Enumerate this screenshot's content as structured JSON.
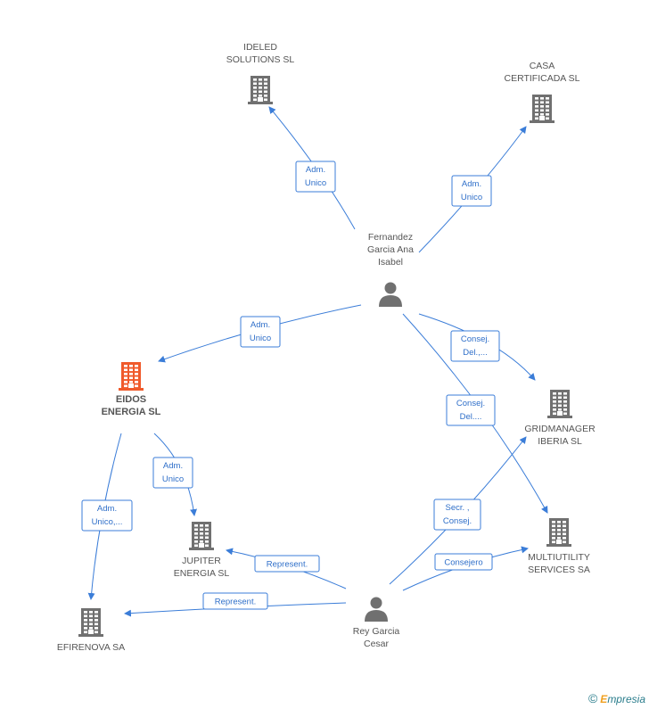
{
  "colors": {
    "company": "#707070",
    "main_company": "#f05a2b",
    "person": "#707070",
    "edge": "#3b7dd8"
  },
  "nodes": [
    {
      "id": "ideled",
      "type": "company",
      "lines": [
        "IDELED",
        "SOLUTIONS SL"
      ]
    },
    {
      "id": "casa",
      "type": "company",
      "lines": [
        "CASA",
        "CERTIFICADA SL"
      ]
    },
    {
      "id": "fernandez",
      "type": "person",
      "lines": [
        "Fernandez",
        "Garcia Ana",
        "Isabel"
      ]
    },
    {
      "id": "eidos",
      "type": "main_company",
      "lines": [
        "EIDOS",
        "ENERGIA SL"
      ]
    },
    {
      "id": "gridmanager",
      "type": "company",
      "lines": [
        "GRIDMANAGER",
        "IBERIA SL"
      ]
    },
    {
      "id": "jupiter",
      "type": "company",
      "lines": [
        "JUPITER",
        "ENERGIA SL"
      ]
    },
    {
      "id": "multiutility",
      "type": "company",
      "lines": [
        "MULTIUTILITY",
        "SERVICES SA"
      ]
    },
    {
      "id": "efirenova",
      "type": "company",
      "lines": [
        "EFIRENOVA SA"
      ]
    },
    {
      "id": "rey",
      "type": "person",
      "lines": [
        "Rey Garcia",
        "Cesar"
      ]
    }
  ],
  "edges": [
    {
      "id": "e1",
      "from": "fernandez",
      "to": "ideled",
      "label": [
        "Adm.",
        "Unico"
      ]
    },
    {
      "id": "e2",
      "from": "fernandez",
      "to": "casa",
      "label": [
        "Adm.",
        "Unico"
      ]
    },
    {
      "id": "e3",
      "from": "fernandez",
      "to": "eidos",
      "label": [
        "Adm.",
        "Unico"
      ]
    },
    {
      "id": "e4",
      "from": "fernandez",
      "to": "gridmanager",
      "label": [
        "Consej.",
        "Del.,..."
      ]
    },
    {
      "id": "e5",
      "from": "fernandez",
      "to": "multiutility",
      "label": [
        "Consej.",
        "Del...."
      ]
    },
    {
      "id": "e6",
      "from": "eidos",
      "to": "jupiter",
      "label": [
        "Adm.",
        "Unico"
      ]
    },
    {
      "id": "e7",
      "from": "eidos",
      "to": "efirenova",
      "label": [
        "Adm.",
        "Unico,..."
      ]
    },
    {
      "id": "e8",
      "from": "rey",
      "to": "gridmanager",
      "label": [
        "Secr. ,",
        "Consej."
      ]
    },
    {
      "id": "e9",
      "from": "rey",
      "to": "multiutility",
      "label": [
        "Consejero"
      ]
    },
    {
      "id": "e10",
      "from": "rey",
      "to": "jupiter",
      "label": [
        "Represent."
      ]
    },
    {
      "id": "e11",
      "from": "rey",
      "to": "efirenova",
      "label": [
        "Represent."
      ]
    }
  ],
  "brand": {
    "copyright": "©",
    "name_first": "E",
    "name_rest": "mpresia"
  }
}
